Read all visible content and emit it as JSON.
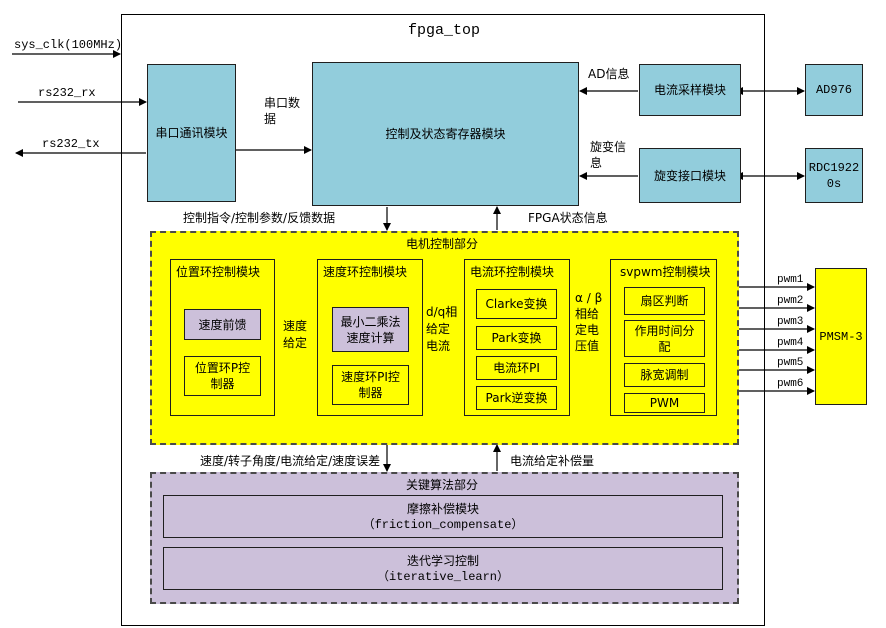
{
  "fpga_top": {
    "title": "fpga_top"
  },
  "signals": {
    "sys_clk": "sys_clk(100MHz)",
    "rs232_rx": "rs232_rx",
    "rs232_tx": "rs232_tx",
    "serial_data": [
      "串口数",
      "据"
    ],
    "ad_info": "AD信息",
    "resolver_info": [
      "旋变信",
      "息"
    ],
    "control_cmd": "控制指令/控制参数/反馈数据",
    "fpga_status": "FPGA状态信息",
    "speed_given": [
      "速度",
      "给定"
    ],
    "dq_current": [
      "d/q相",
      "给定",
      "电流"
    ],
    "alpha_beta": [
      "α / β",
      "相给",
      "定电",
      "压值"
    ],
    "to_algo": "速度/转子角度/电流给定/速度误差",
    "current_comp": "电流给定补偿量",
    "pwm": [
      "pwm1",
      "pwm2",
      "pwm3",
      "pwm4",
      "pwm5",
      "pwm6"
    ]
  },
  "blocks": {
    "uart": "串口通讯模块",
    "ctrl_reg": "控制及状态寄存器模块",
    "current_sample": "电流采样模块",
    "resolver_if": "旋变接口模块",
    "ad976": "AD976",
    "rdc": [
      "RDC1922",
      "0s"
    ],
    "pmsm": "PMSM-3"
  },
  "motor_section": {
    "title": "电机控制部分",
    "position": {
      "title": "位置环控制模块",
      "feedforward": "速度前馈",
      "p_ctrl": [
        "位置环P控",
        "制器"
      ]
    },
    "speed": {
      "title": "速度环控制模块",
      "lsq": [
        "最小二乘法",
        "速度计算"
      ],
      "pi_ctrl": [
        "速度环PI控",
        "制器"
      ]
    },
    "current": {
      "title": "电流环控制模块",
      "clarke": "Clarke变换",
      "park": "Park变换",
      "pi": "电流环PI",
      "ipark": "Park逆变换"
    },
    "svpwm": {
      "title": "svpwm控制模块",
      "sector": "扇区判断",
      "time": [
        "作用时间分",
        "配"
      ],
      "pulse": "脉宽调制",
      "pwm": "PWM"
    }
  },
  "algo_section": {
    "title": "关键算法部分",
    "friction": {
      "name": "摩擦补偿模块",
      "id": "（friction_compensate）"
    },
    "iterative": {
      "name": "迭代学习控制",
      "id": "（iterative_learn）"
    }
  }
}
